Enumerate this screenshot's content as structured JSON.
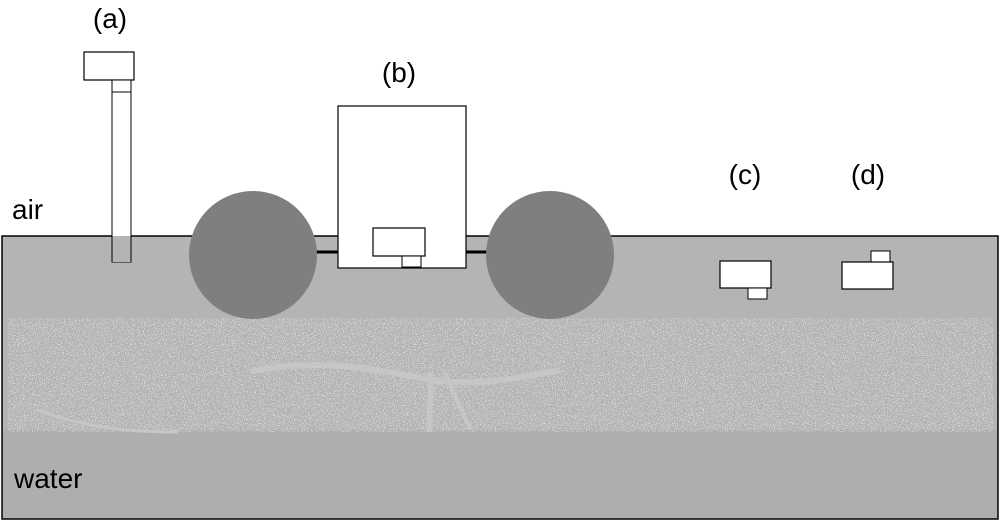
{
  "labels": {
    "a": "(a)",
    "b": "(b)",
    "c": "(c)",
    "d": "(d)",
    "air": "air",
    "water": "water"
  },
  "colors": {
    "water": "#b4b4b4",
    "water_deep": "#aeaeae",
    "float": "#7f7f7f",
    "sensor_fill": "#ffffff",
    "stroke": "#000000",
    "speckle": "#cfcfcf"
  }
}
